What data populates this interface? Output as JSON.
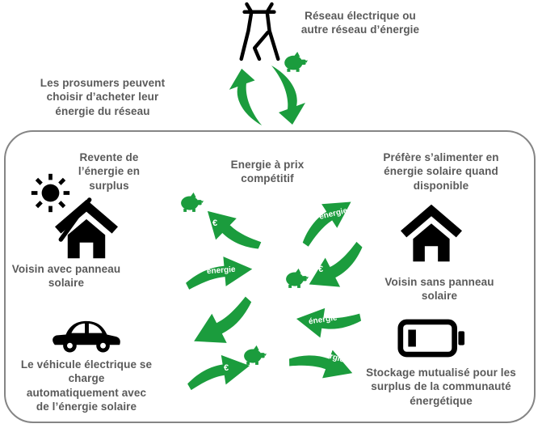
{
  "colors": {
    "arrow_green": "#1b9c3d",
    "text_gray": "#5a5a5a",
    "box_border_gray": "#858585",
    "icon_black": "#000000"
  },
  "top": {
    "grid_label_lines": [
      "Réseau électrique ou",
      "autre réseau d’énergie"
    ],
    "prosumer_note_lines": [
      "Les prosumers peuvent",
      "choisir d’acheter leur",
      "énergie du réseau"
    ]
  },
  "community": {
    "resale_lines": [
      "Revente de",
      "l’énergie en",
      "surplus"
    ],
    "competitive_lines": [
      "Energie à prix",
      "compétitif"
    ],
    "prefers_solar_lines": [
      "Préfère s’alimenter en",
      "énergie solaire quand",
      "disponible"
    ],
    "neighbor_with_lines": [
      "Voisin avec panneau",
      "solaire"
    ],
    "neighbor_without_lines": [
      "Voisin sans panneau",
      "solaire"
    ],
    "ev_lines": [
      "Le véhicule électrique se",
      "charge",
      "automatiquement avec",
      "de l’énergie solaire"
    ],
    "storage_lines": [
      "Stockage mutualisé pour les",
      "surplus de la communauté",
      "énergétique"
    ]
  },
  "flow_labels": {
    "energy": "énergie",
    "money": "€"
  }
}
